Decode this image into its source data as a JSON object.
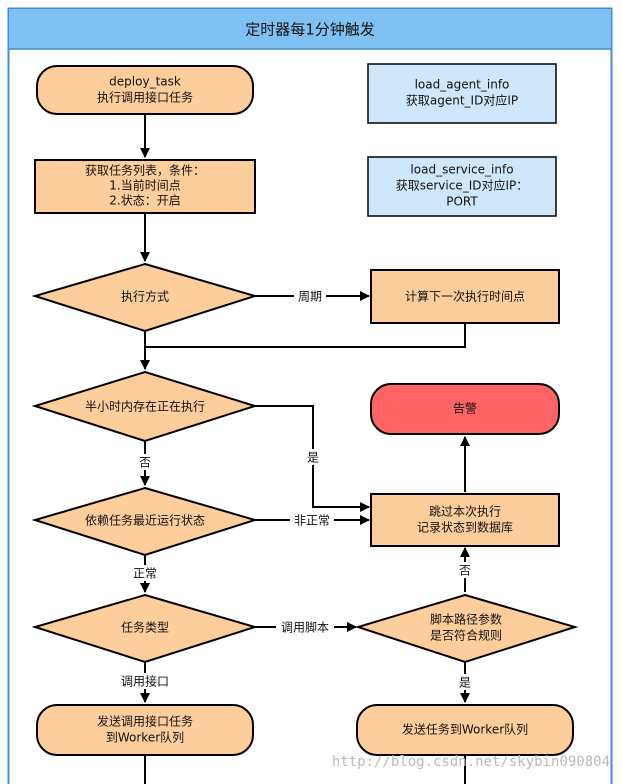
{
  "title": "定时器每1分钟触发",
  "colors": {
    "header_fill": "#7fc1f2",
    "frame_stroke": "#3c8fd8",
    "task_fill": "#fdcd9c",
    "info_fill": "#cfe7fb",
    "alarm_fill": "#fe6464",
    "stroke": "#000000"
  },
  "nodes": {
    "deploy_task": [
      "deploy_task",
      "执行调用接口任务"
    ],
    "load_agent_info": [
      "load_agent_info",
      "获取agent_ID对应IP"
    ],
    "get_task_list": [
      "获取任务列表，条件：",
      "1.当前时间点",
      "2.状态：开启"
    ],
    "load_service_info": [
      "load_service_info",
      "获取service_ID对应IP：",
      "PORT"
    ],
    "exec_mode": [
      "执行方式"
    ],
    "calc_next_time": [
      "计算下一次执行时间点"
    ],
    "half_hour_running": [
      "半小时内存在正在执行"
    ],
    "alarm": [
      "告警"
    ],
    "dependency_status": [
      "依赖任务最近运行状态"
    ],
    "skip_and_record": [
      "跳过本次执行",
      "记录状态到数据库"
    ],
    "task_type": [
      "任务类型"
    ],
    "script_param_check": [
      "脚本路径参数",
      "是否符合规则"
    ],
    "send_api_task": [
      "发送调用接口任务",
      "到Worker队列"
    ],
    "send_to_worker": [
      "发送任务到Worker队列"
    ]
  },
  "edges": {
    "periodic": "周期",
    "yes": "是",
    "no": "否",
    "abnormal": "非正常",
    "normal": "正常",
    "call_script": "调用脚本",
    "no2": "否",
    "call_api": "调用接口",
    "yes2": "是"
  },
  "watermark": "http://blog.csdn.net/skybin090804"
}
